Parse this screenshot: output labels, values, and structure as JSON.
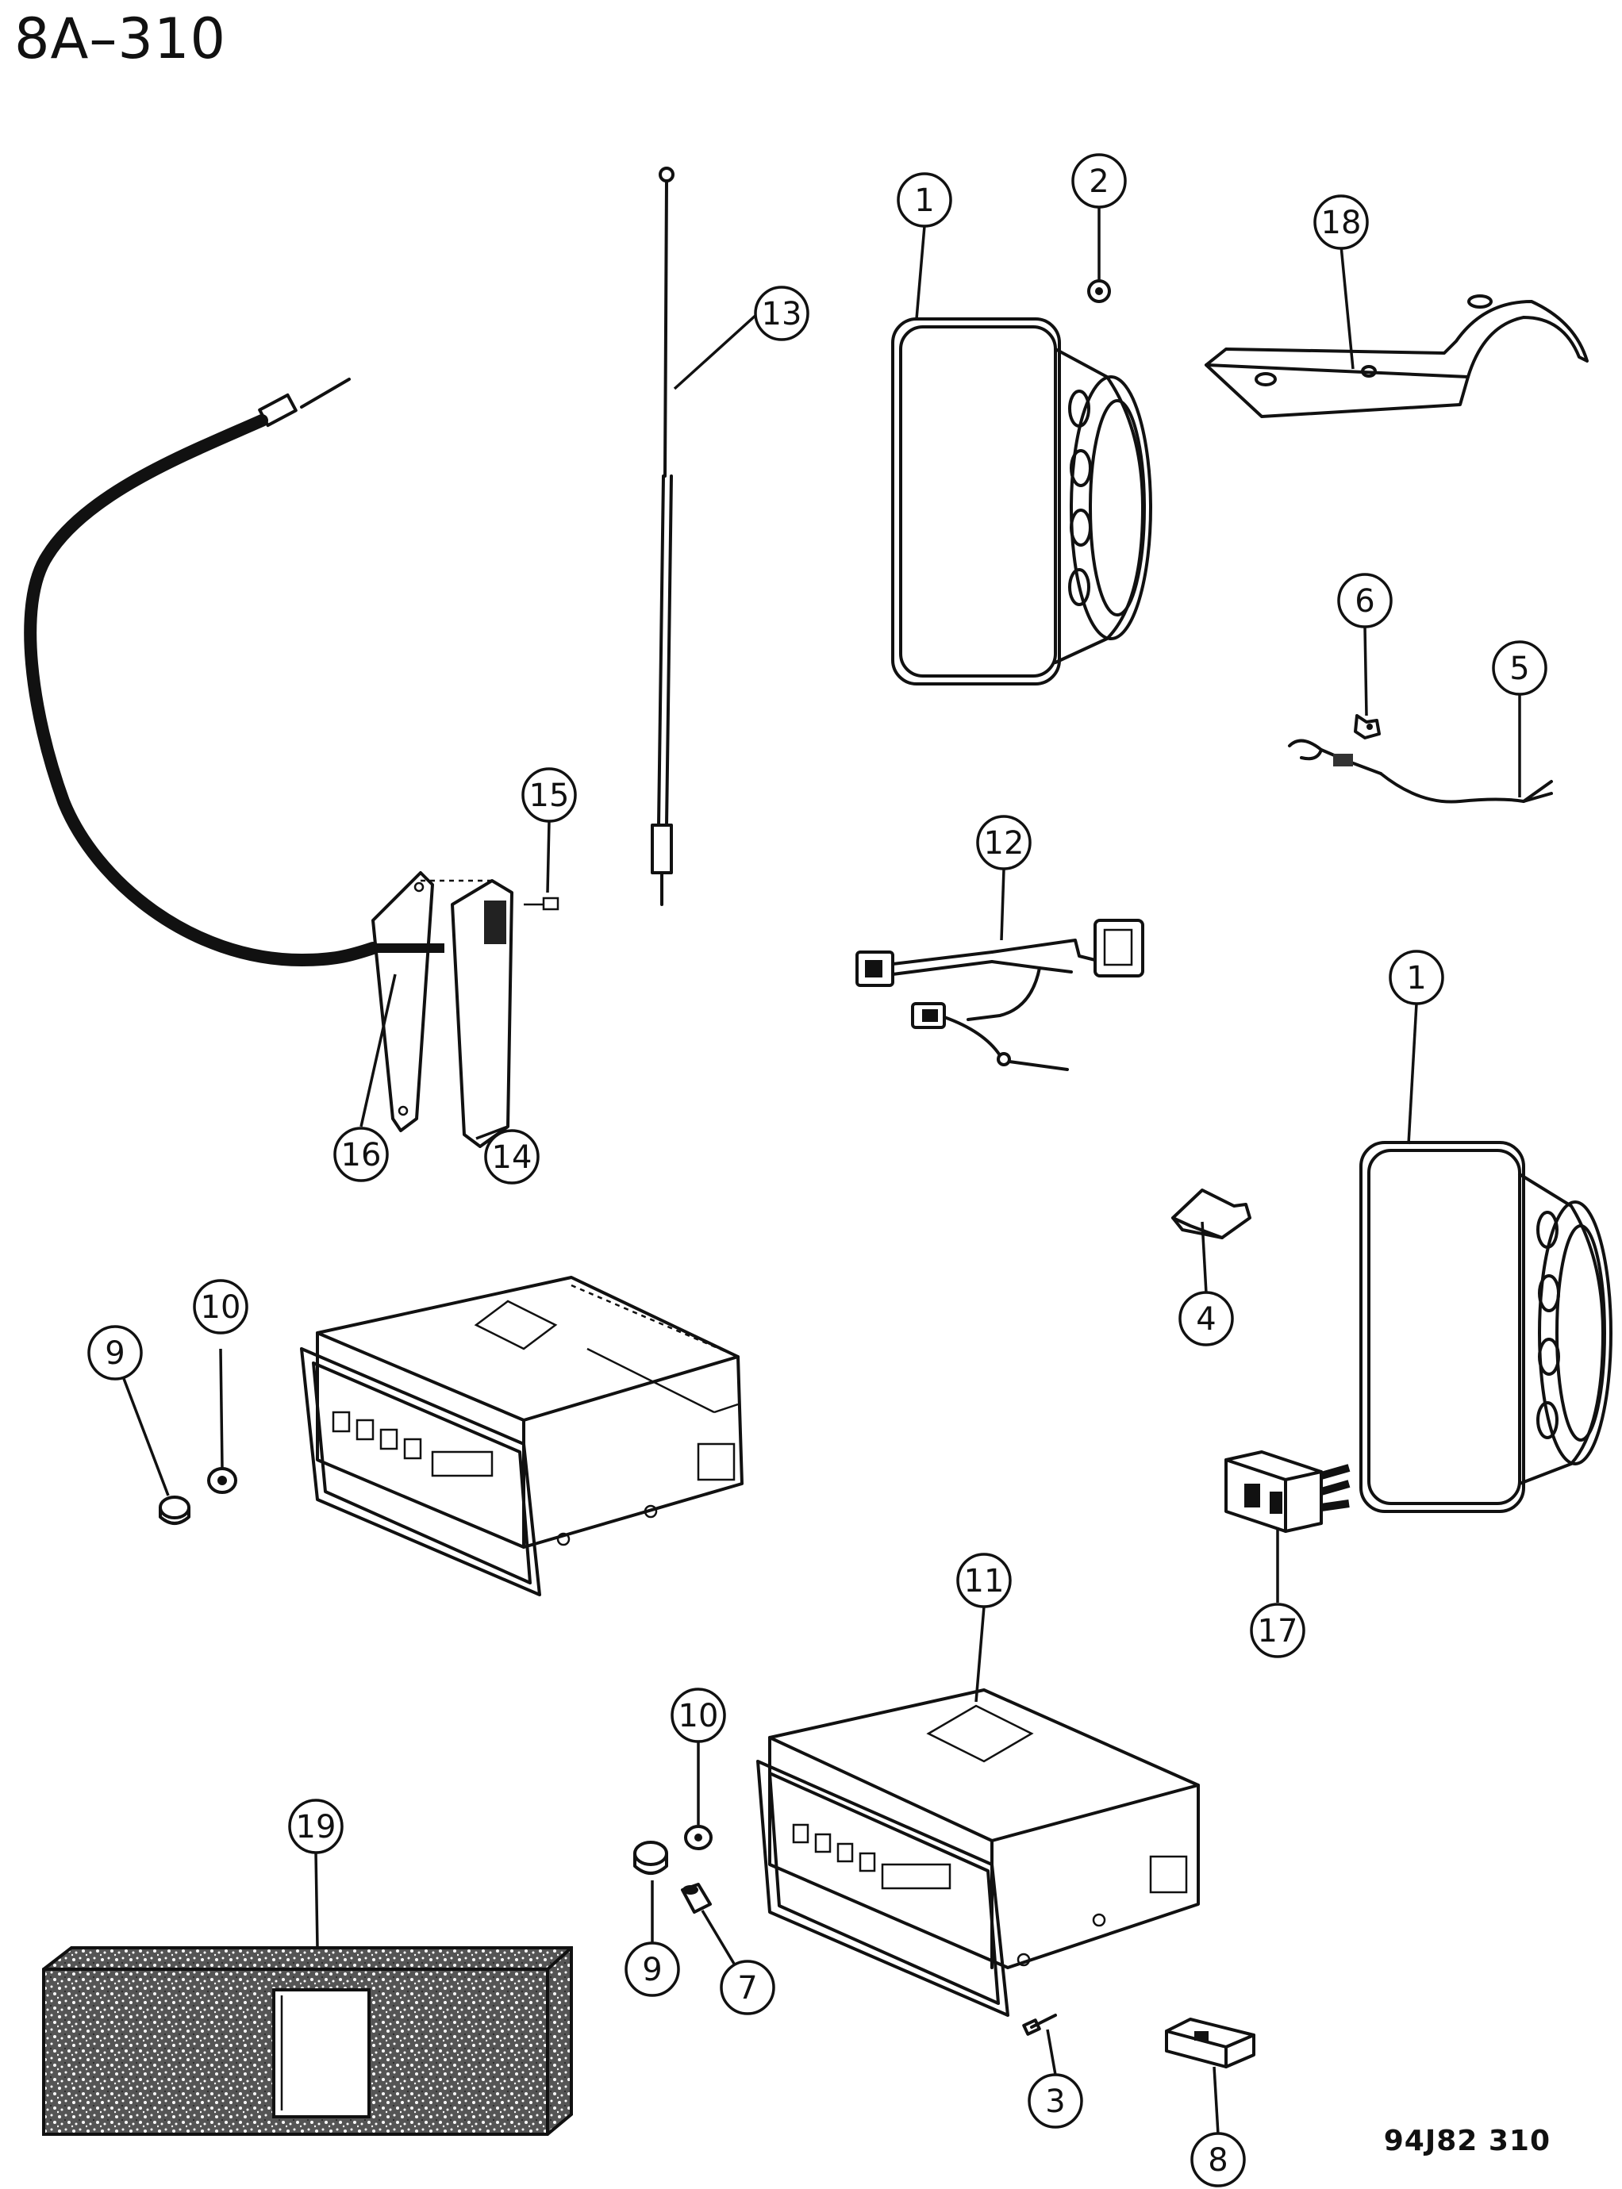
{
  "page_id": "8A–310",
  "figure_id": "94J82 310",
  "callouts": {
    "c1a": "1",
    "c1b": "1",
    "c2": "2",
    "c3": "3",
    "c4": "4",
    "c5": "5",
    "c6": "6",
    "c7": "7",
    "c8": "8",
    "c9a": "9",
    "c9b": "9",
    "c10a": "10",
    "c10b": "10",
    "c11": "11",
    "c12": "12",
    "c13": "13",
    "c14": "14",
    "c15": "15",
    "c16": "16",
    "c17": "17",
    "c18": "18",
    "c19": "19"
  }
}
